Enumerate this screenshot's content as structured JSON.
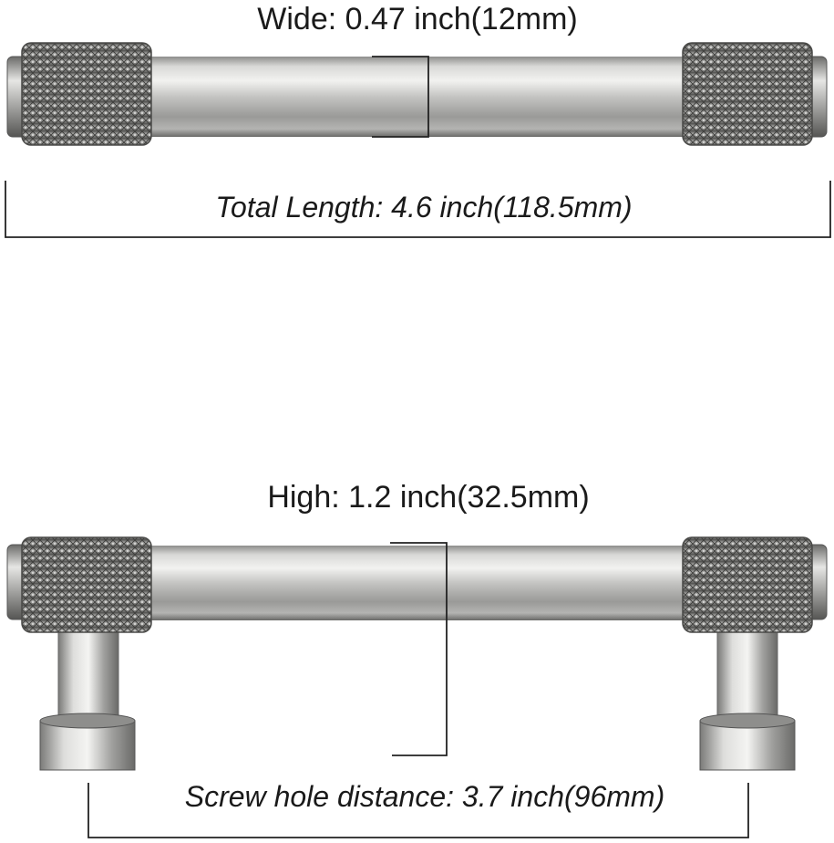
{
  "labels": {
    "wide": "Wide: 0.47 inch(12mm)",
    "total_length": "Total Length: 4.6 inch(118.5mm)",
    "high": "High: 1.2 inch(32.5mm)",
    "screw_hole_distance": "Screw hole distance: 3.7 inch(96mm)"
  },
  "colors": {
    "background": "#ffffff",
    "metal_light": "#e4e4e2",
    "metal_mid": "#b7b7b5",
    "metal_dark": "#6d6d6b",
    "knurl": "#8a8a88",
    "dimension_line": "#222222"
  }
}
